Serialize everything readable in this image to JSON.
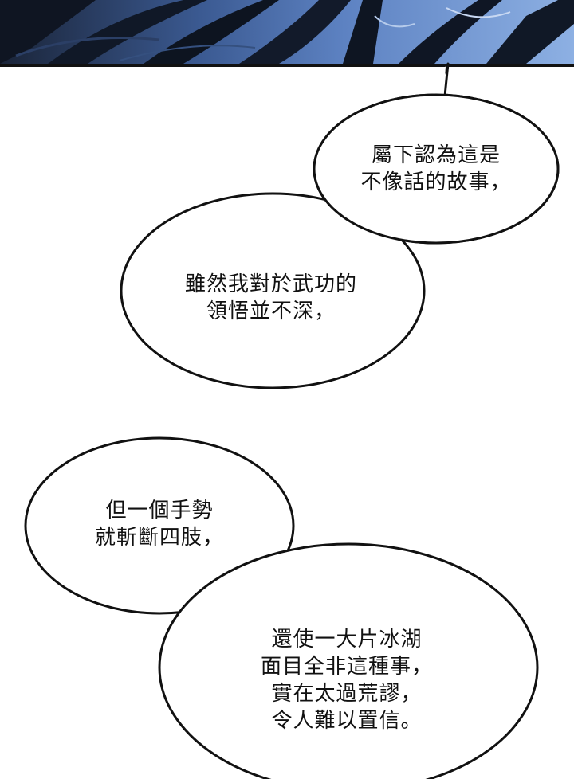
{
  "colors": {
    "panel_dark": "#121c2c",
    "panel_blue": "#4a6fb0",
    "panel_sky": "#7fa6dd",
    "bubble_fill": "#ffffff",
    "bubble_stroke": "#111111",
    "text": "#111111"
  },
  "bubbles": [
    {
      "lines": [
        "屬下認為這是",
        "不像話的故事，"
      ]
    },
    {
      "lines": [
        "雖然我對於武功的",
        "領悟並不深，"
      ]
    },
    {
      "lines": [
        "但一個手勢",
        "就斬斷四肢，"
      ]
    },
    {
      "lines": [
        "還使一大片冰湖",
        "面目全非這種事，",
        "實在太過荒謬，",
        "令人難以置信。"
      ]
    }
  ]
}
